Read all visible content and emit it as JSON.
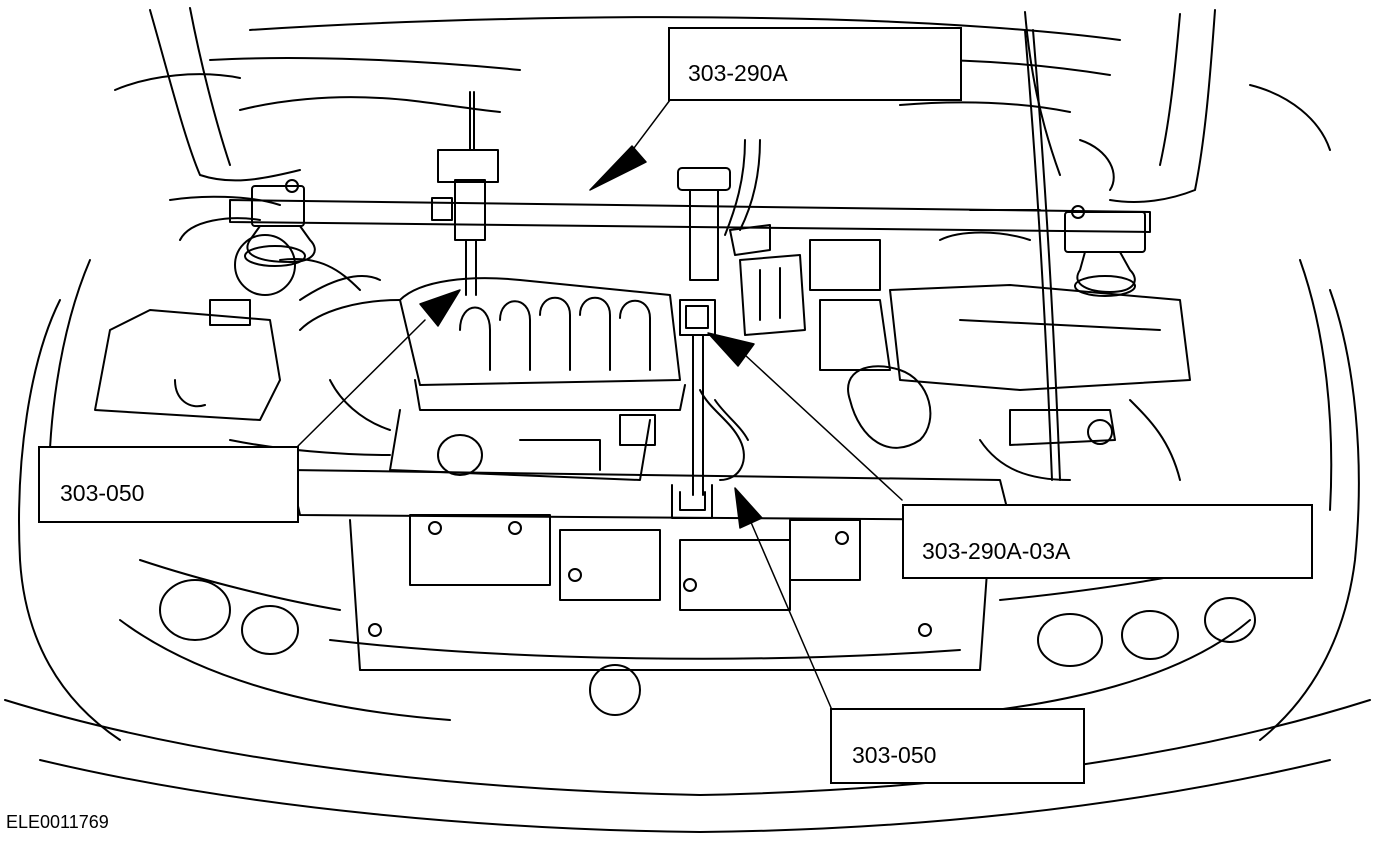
{
  "callouts": {
    "top": "303-290A",
    "left": "303-050",
    "right": "303-290A-03A",
    "bottom": "303-050"
  },
  "figure_id": "ELE0011769",
  "colors": {
    "line": "#000000",
    "background": "#ffffff"
  }
}
